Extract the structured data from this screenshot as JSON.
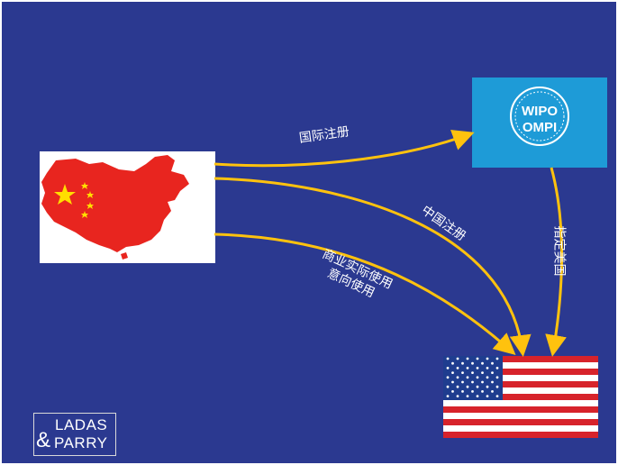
{
  "nodes": {
    "china": {
      "kind": "flag-map",
      "fill_color": "#e8251f",
      "star_color": "#ffde00"
    },
    "wipo": {
      "line1": "WIPO",
      "line2": "OMPI",
      "bg_color": "#1e9bd7"
    },
    "usa": {
      "kind": "flag",
      "stripe_red": "#d7232b",
      "canton_blue": "#1f3d8f"
    }
  },
  "edges": {
    "international_registration": "国际注册",
    "china_registration": "中国注册",
    "commercial_use_line1": "商业实际使用",
    "commercial_use_line2": "意向使用",
    "designate_us": "指定美国"
  },
  "logo": {
    "line1": "LADAS",
    "amp": "&",
    "line2": "PARRY"
  },
  "colors": {
    "background": "#2b3990",
    "arrow": "#ffc20e",
    "text": "#ffffff"
  }
}
